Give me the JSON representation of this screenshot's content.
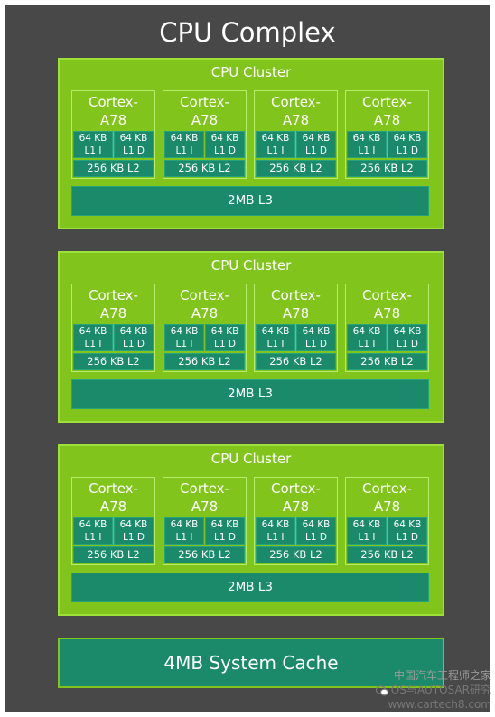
{
  "complex": {
    "title": "CPU Complex",
    "clusters": [
      {
        "title": "CPU Cluster",
        "cores": [
          {
            "name_line1": "Cortex-",
            "name_line2": "A78",
            "l1i_size": "64 KB",
            "l1i_label": "L1 I",
            "l1d_size": "64 KB",
            "l1d_label": "L1 D",
            "l2": "256 KB L2"
          },
          {
            "name_line1": "Cortex-",
            "name_line2": "A78",
            "l1i_size": "64 KB",
            "l1i_label": "L1 I",
            "l1d_size": "64 KB",
            "l1d_label": "L1 D",
            "l2": "256 KB L2"
          },
          {
            "name_line1": "Cortex-",
            "name_line2": "A78",
            "l1i_size": "64 KB",
            "l1i_label": "L1 I",
            "l1d_size": "64 KB",
            "l1d_label": "L1 D",
            "l2": "256 KB L2"
          },
          {
            "name_line1": "Cortex-",
            "name_line2": "A78",
            "l1i_size": "64 KB",
            "l1i_label": "L1 I",
            "l1d_size": "64 KB",
            "l1d_label": "L1 D",
            "l2": "256 KB L2"
          }
        ],
        "l3": "2MB L3"
      },
      {
        "title": "CPU Cluster",
        "cores": [
          {
            "name_line1": "Cortex-",
            "name_line2": "A78",
            "l1i_size": "64 KB",
            "l1i_label": "L1 I",
            "l1d_size": "64 KB",
            "l1d_label": "L1 D",
            "l2": "256 KB L2"
          },
          {
            "name_line1": "Cortex-",
            "name_line2": "A78",
            "l1i_size": "64 KB",
            "l1i_label": "L1 I",
            "l1d_size": "64 KB",
            "l1d_label": "L1 D",
            "l2": "256 KB L2"
          },
          {
            "name_line1": "Cortex-",
            "name_line2": "A78",
            "l1i_size": "64 KB",
            "l1i_label": "L1 I",
            "l1d_size": "64 KB",
            "l1d_label": "L1 D",
            "l2": "256 KB L2"
          },
          {
            "name_line1": "Cortex-",
            "name_line2": "A78",
            "l1i_size": "64 KB",
            "l1i_label": "L1 I",
            "l1d_size": "64 KB",
            "l1d_label": "L1 D",
            "l2": "256 KB L2"
          }
        ],
        "l3": "2MB L3"
      },
      {
        "title": "CPU Cluster",
        "cores": [
          {
            "name_line1": "Cortex-",
            "name_line2": "A78",
            "l1i_size": "64 KB",
            "l1i_label": "L1 I",
            "l1d_size": "64 KB",
            "l1d_label": "L1 D",
            "l2": "256 KB L2"
          },
          {
            "name_line1": "Cortex-",
            "name_line2": "A78",
            "l1i_size": "64 KB",
            "l1i_label": "L1 I",
            "l1d_size": "64 KB",
            "l1d_label": "L1 D",
            "l2": "256 KB L2"
          },
          {
            "name_line1": "Cortex-",
            "name_line2": "A78",
            "l1i_size": "64 KB",
            "l1i_label": "L1 I",
            "l1d_size": "64 KB",
            "l1d_label": "L1 D",
            "l2": "256 KB L2"
          },
          {
            "name_line1": "Cortex-",
            "name_line2": "A78",
            "l1i_size": "64 KB",
            "l1i_label": "L1 I",
            "l1d_size": "64 KB",
            "l1d_label": "L1 D",
            "l2": "256 KB L2"
          }
        ],
        "l3": "2MB L3"
      }
    ],
    "system_cache": "4MB System Cache"
  },
  "watermark": {
    "line1": "中国汽车工程师之家",
    "line2": "OS与AUTOSAR研究",
    "line3": "www.cartech8.com",
    "icon": "wechat-icon"
  },
  "colors": {
    "background": "#484848",
    "cluster_green": "#80c41c",
    "cache_teal": "#1a8a6a",
    "text": "#ffffff"
  }
}
